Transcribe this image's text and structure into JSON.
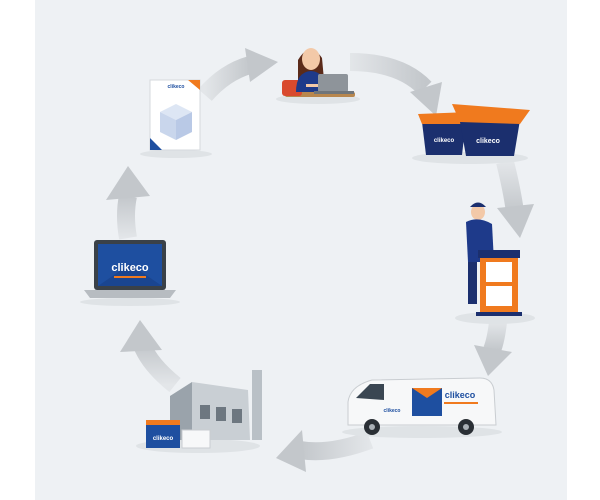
{
  "brand": {
    "name": "clikeco",
    "color": "#1e4fa0",
    "accent": "#f07a1e"
  },
  "colors": {
    "background": "#eef1f4",
    "arrow": "#c8ccd0",
    "navy": "#1b2f6e",
    "orange": "#f07a1e"
  },
  "cycle": {
    "steps": [
      {
        "name": "order-on-laptop",
        "icon": "woman-at-laptop-icon"
      },
      {
        "name": "collection-bins",
        "icon": "bins-icon"
      },
      {
        "name": "courier-with-box",
        "icon": "courier-icon"
      },
      {
        "name": "delivery-van",
        "icon": "van-icon"
      },
      {
        "name": "recycling-plant",
        "icon": "factory-icon"
      },
      {
        "name": "online-platform",
        "icon": "laptop-icon"
      },
      {
        "name": "certificate-document",
        "icon": "document-icon"
      }
    ]
  }
}
